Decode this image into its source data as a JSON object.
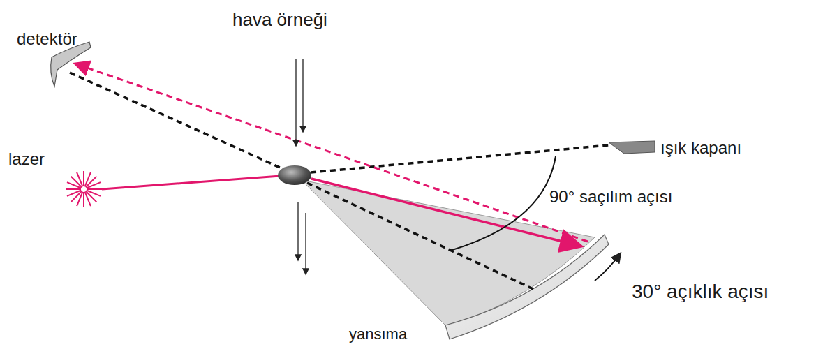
{
  "diagram": {
    "labels": [
      "hava örneği",
      "detektör",
      "lazer",
      "ışık kapanı",
      "90° saçılım açısı",
      "30° açıklık açısı",
      "yansıma"
    ]
  }
}
